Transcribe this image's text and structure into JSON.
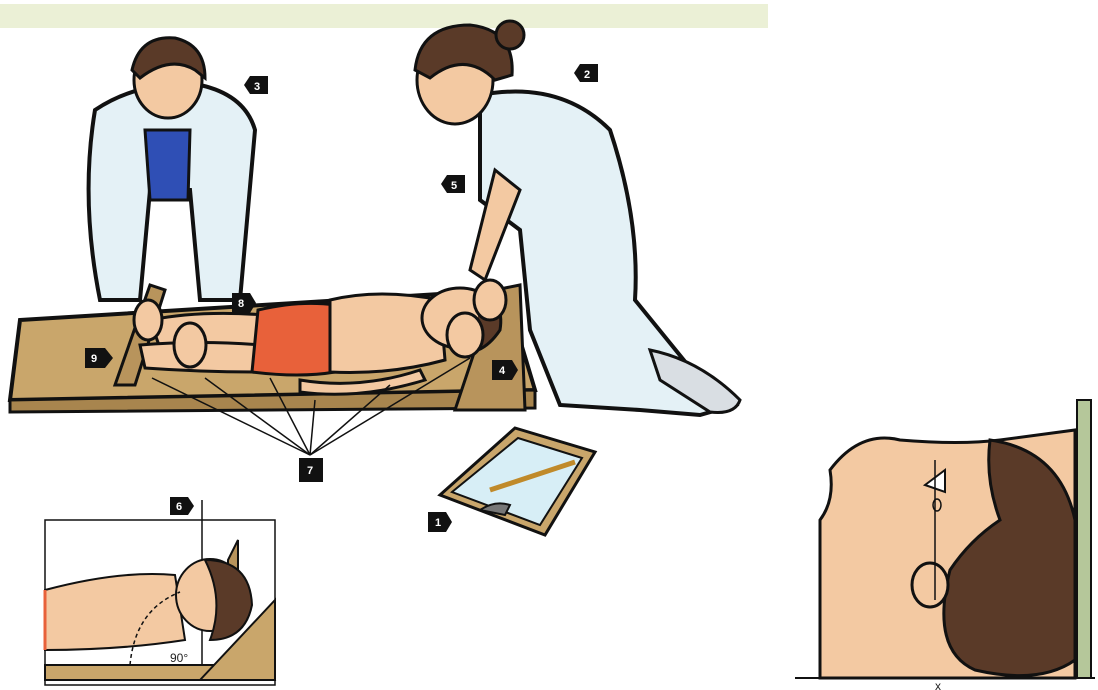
{
  "markers": {
    "m1": "1",
    "m2": "2",
    "m3": "3",
    "m4": "4",
    "m5": "5",
    "m6": "6",
    "m7": "7",
    "m8": "8",
    "m9": "9"
  },
  "inset_angle_label": "90°",
  "head_profile": {
    "x_label": "x",
    "o_label": "o"
  },
  "colors": {
    "banner": "#ebf0d6",
    "board": "#c9a66b",
    "skin": "#f3c9a2",
    "shorts": "#e8613a",
    "coat": "#e4f1f6",
    "hair": "#5a3a28",
    "outline": "#111111"
  }
}
